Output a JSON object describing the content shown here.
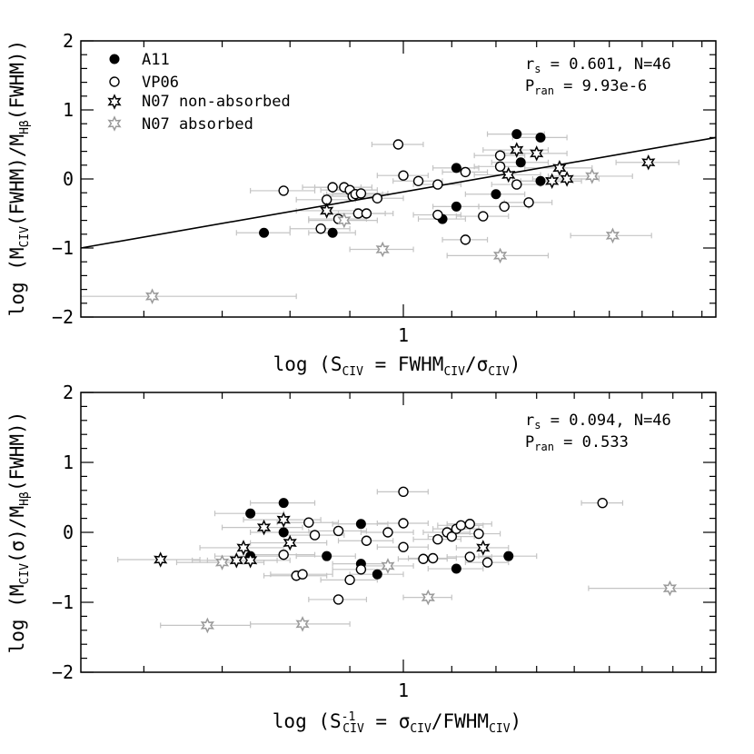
{
  "chart_data": [
    {
      "type": "scatter",
      "title": "",
      "xlabel": "log (S_CIV = FWHM_CIV/σ_CIV)",
      "ylabel": "log (M_CIV(FWHM)/M_Hβ(FWHM))",
      "x_scale": "log",
      "xlim": [
        0.53,
        1.85
      ],
      "ylim": [
        -2,
        2
      ],
      "x_tick_labels": [
        "1"
      ],
      "y_tick_labels": [
        "2",
        "1",
        "0",
        "−1",
        "−2"
      ],
      "annotation": {
        "line1": "r_s = 0.601, N=46",
        "line2": "P_ran = 9.93e-6"
      },
      "fit_line": {
        "x": [
          0.53,
          1.85
        ],
        "y": [
          -1.0,
          0.6
        ]
      },
      "legend": [
        "A11",
        "VP06",
        "N07 non-absorbed",
        "N07 absorbed"
      ],
      "series": [
        {
          "name": "A11",
          "marker": "filled-circle",
          "color": "#000000",
          "points": [
            {
              "x": 0.76,
              "y": -0.78,
              "xerr": 0.04
            },
            {
              "x": 0.87,
              "y": -0.78,
              "xerr": 0.04
            },
            {
              "x": 1.08,
              "y": -0.58,
              "xerr": 0.05
            },
            {
              "x": 1.11,
              "y": 0.16,
              "xerr": 0.05
            },
            {
              "x": 1.11,
              "y": -0.4,
              "xerr": 0.05
            },
            {
              "x": 1.2,
              "y": -0.22,
              "xerr": 0.07
            },
            {
              "x": 1.25,
              "y": 0.65,
              "xerr": 0.07
            },
            {
              "x": 1.26,
              "y": 0.24,
              "xerr": 0.07
            },
            {
              "x": 1.31,
              "y": 0.6,
              "xerr": 0.07
            },
            {
              "x": 1.31,
              "y": -0.03,
              "xerr": 0.07
            }
          ]
        },
        {
          "name": "VP06",
          "marker": "open-circle",
          "color": "#000000",
          "points": [
            {
              "x": 0.79,
              "y": -0.17,
              "xerr": 0.05
            },
            {
              "x": 0.85,
              "y": -0.72,
              "xerr": 0.05
            },
            {
              "x": 0.86,
              "y": -0.3,
              "xerr": 0.05
            },
            {
              "x": 0.87,
              "y": -0.12,
              "xerr": 0.05
            },
            {
              "x": 0.88,
              "y": -0.58,
              "xerr": 0.05
            },
            {
              "x": 0.89,
              "y": -0.12,
              "xerr": 0.05
            },
            {
              "x": 0.9,
              "y": -0.16,
              "xerr": 0.05
            },
            {
              "x": 0.905,
              "y": -0.25,
              "xerr": 0.05
            },
            {
              "x": 0.91,
              "y": -0.22,
              "xerr": 0.05
            },
            {
              "x": 0.915,
              "y": -0.5,
              "xerr": 0.05
            },
            {
              "x": 0.92,
              "y": -0.21,
              "xerr": 0.05
            },
            {
              "x": 0.93,
              "y": -0.5,
              "xerr": 0.05
            },
            {
              "x": 0.95,
              "y": -0.28,
              "xerr": 0.05
            },
            {
              "x": 0.99,
              "y": 0.5,
              "xerr": 0.05
            },
            {
              "x": 1.0,
              "y": 0.05,
              "xerr": 0.05
            },
            {
              "x": 1.03,
              "y": -0.03,
              "xerr": 0.05
            },
            {
              "x": 1.07,
              "y": -0.08,
              "xerr": 0.05
            },
            {
              "x": 1.07,
              "y": -0.52,
              "xerr": 0.05
            },
            {
              "x": 1.13,
              "y": 0.1,
              "xerr": 0.05
            },
            {
              "x": 1.13,
              "y": -0.88,
              "xerr": 0.05
            },
            {
              "x": 1.17,
              "y": -0.54,
              "xerr": 0.06
            },
            {
              "x": 1.21,
              "y": 0.18,
              "xerr": 0.06
            },
            {
              "x": 1.21,
              "y": 0.34,
              "xerr": 0.06
            },
            {
              "x": 1.22,
              "y": -0.4,
              "xerr": 0.06
            },
            {
              "x": 1.25,
              "y": -0.08,
              "xerr": 0.06
            },
            {
              "x": 1.28,
              "y": -0.34,
              "xerr": 0.06
            }
          ]
        },
        {
          "name": "N07 non-absorbed",
          "marker": "open-star",
          "color": "#000000",
          "points": [
            {
              "x": 0.86,
              "y": -0.46,
              "xerr": 0.05
            },
            {
              "x": 1.23,
              "y": 0.06,
              "xerr": 0.08
            },
            {
              "x": 1.25,
              "y": 0.42,
              "xerr": 0.08
            },
            {
              "x": 1.3,
              "y": 0.37,
              "xerr": 0.08
            },
            {
              "x": 1.34,
              "y": -0.03,
              "xerr": 0.08
            },
            {
              "x": 1.36,
              "y": 0.16,
              "xerr": 0.09
            },
            {
              "x": 1.38,
              "y": 0.0,
              "xerr": 0.09
            },
            {
              "x": 1.62,
              "y": 0.24,
              "xerr": 0.1
            }
          ]
        },
        {
          "name": "N07 absorbed",
          "marker": "open-star",
          "color": "#9a9a9a",
          "points": [
            {
              "x": 0.61,
              "y": -1.7,
              "xerr": 0.2
            },
            {
              "x": 0.89,
              "y": -0.6,
              "xerr": 0.06
            },
            {
              "x": 0.96,
              "y": -1.02,
              "xerr": 0.06
            },
            {
              "x": 1.21,
              "y": -1.11,
              "xerr": 0.12
            },
            {
              "x": 1.45,
              "y": 0.04,
              "xerr": 0.12
            },
            {
              "x": 1.51,
              "y": -0.82,
              "xerr": 0.12
            }
          ]
        }
      ]
    },
    {
      "type": "scatter",
      "title": "",
      "xlabel": "log (S_CIV^-1 = σ_CIV/FWHM_CIV)",
      "ylabel": "log (M_CIV(σ)/M_Hβ(FWHM))",
      "x_scale": "log",
      "xlim": [
        0.53,
        1.85
      ],
      "ylim": [
        -2,
        2
      ],
      "x_tick_labels": [
        "1"
      ],
      "y_tick_labels": [
        "2",
        "1",
        "0",
        "−1",
        "−2"
      ],
      "annotation": {
        "line1": "r_s = 0.094, N=46",
        "line2": "P_ran = 0.533"
      },
      "series": [
        {
          "name": "A11",
          "marker": "filled-circle",
          "color": "#000000",
          "points": [
            {
              "x": 0.74,
              "y": 0.27,
              "xerr": 0.05
            },
            {
              "x": 0.74,
              "y": -0.34,
              "xerr": 0.05
            },
            {
              "x": 0.79,
              "y": 0.42,
              "xerr": 0.05
            },
            {
              "x": 0.79,
              "y": 0.0,
              "xerr": 0.05
            },
            {
              "x": 0.86,
              "y": -0.34,
              "xerr": 0.05
            },
            {
              "x": 0.92,
              "y": 0.12,
              "xerr": 0.05
            },
            {
              "x": 0.92,
              "y": -0.45,
              "xerr": 0.05
            },
            {
              "x": 0.95,
              "y": -0.6,
              "xerr": 0.05
            },
            {
              "x": 1.11,
              "y": -0.52,
              "xerr": 0.06
            },
            {
              "x": 1.23,
              "y": -0.34,
              "xerr": 0.07
            }
          ]
        },
        {
          "name": "VP06",
          "marker": "open-circle",
          "color": "#000000",
          "points": [
            {
              "x": 0.79,
              "y": -0.32,
              "xerr": 0.05
            },
            {
              "x": 0.81,
              "y": -0.62,
              "xerr": 0.05
            },
            {
              "x": 0.82,
              "y": -0.6,
              "xerr": 0.05
            },
            {
              "x": 0.83,
              "y": 0.14,
              "xerr": 0.05
            },
            {
              "x": 0.84,
              "y": -0.04,
              "xerr": 0.05
            },
            {
              "x": 0.88,
              "y": 0.02,
              "xerr": 0.05
            },
            {
              "x": 0.88,
              "y": -0.96,
              "xerr": 0.05
            },
            {
              "x": 0.9,
              "y": -0.68,
              "xerr": 0.05
            },
            {
              "x": 0.92,
              "y": -0.53,
              "xerr": 0.05
            },
            {
              "x": 0.93,
              "y": -0.12,
              "xerr": 0.05
            },
            {
              "x": 0.97,
              "y": 0.0,
              "xerr": 0.05
            },
            {
              "x": 1.0,
              "y": 0.58,
              "xerr": 0.05
            },
            {
              "x": 1.0,
              "y": 0.13,
              "xerr": 0.05
            },
            {
              "x": 1.0,
              "y": -0.21,
              "xerr": 0.05
            },
            {
              "x": 1.04,
              "y": -0.38,
              "xerr": 0.05
            },
            {
              "x": 1.06,
              "y": -0.37,
              "xerr": 0.05
            },
            {
              "x": 1.07,
              "y": -0.1,
              "xerr": 0.05
            },
            {
              "x": 1.09,
              "y": 0.0,
              "xerr": 0.05
            },
            {
              "x": 1.1,
              "y": -0.06,
              "xerr": 0.05
            },
            {
              "x": 1.11,
              "y": 0.05,
              "xerr": 0.05
            },
            {
              "x": 1.12,
              "y": 0.1,
              "xerr": 0.05
            },
            {
              "x": 1.14,
              "y": 0.12,
              "xerr": 0.05
            },
            {
              "x": 1.14,
              "y": -0.35,
              "xerr": 0.05
            },
            {
              "x": 1.16,
              "y": -0.02,
              "xerr": 0.05
            },
            {
              "x": 1.18,
              "y": -0.43,
              "xerr": 0.05
            },
            {
              "x": 1.48,
              "y": 0.42,
              "xerr": 0.06
            }
          ]
        },
        {
          "name": "N07 non-absorbed",
          "marker": "open-star",
          "color": "#000000",
          "points": [
            {
              "x": 0.62,
              "y": -0.39,
              "xerr": 0.05
            },
            {
              "x": 0.72,
              "y": -0.4,
              "xerr": 0.06
            },
            {
              "x": 0.73,
              "y": -0.22,
              "xerr": 0.06
            },
            {
              "x": 0.74,
              "y": -0.4,
              "xerr": 0.06
            },
            {
              "x": 0.76,
              "y": 0.07,
              "xerr": 0.06
            },
            {
              "x": 0.79,
              "y": 0.18,
              "xerr": 0.06
            },
            {
              "x": 0.8,
              "y": -0.15,
              "xerr": 0.06
            },
            {
              "x": 1.17,
              "y": -0.22,
              "xerr": 0.06
            }
          ]
        },
        {
          "name": "N07 absorbed",
          "marker": "open-star",
          "color": "#9a9a9a",
          "points": [
            {
              "x": 0.68,
              "y": -1.33,
              "xerr": 0.06
            },
            {
              "x": 0.7,
              "y": -0.43,
              "xerr": 0.06
            },
            {
              "x": 0.82,
              "y": -1.31,
              "xerr": 0.08
            },
            {
              "x": 0.97,
              "y": -0.48,
              "xerr": 0.05
            },
            {
              "x": 1.05,
              "y": -0.93,
              "xerr": 0.05
            },
            {
              "x": 1.69,
              "y": -0.8,
              "xerr": 0.25
            }
          ]
        }
      ]
    }
  ]
}
